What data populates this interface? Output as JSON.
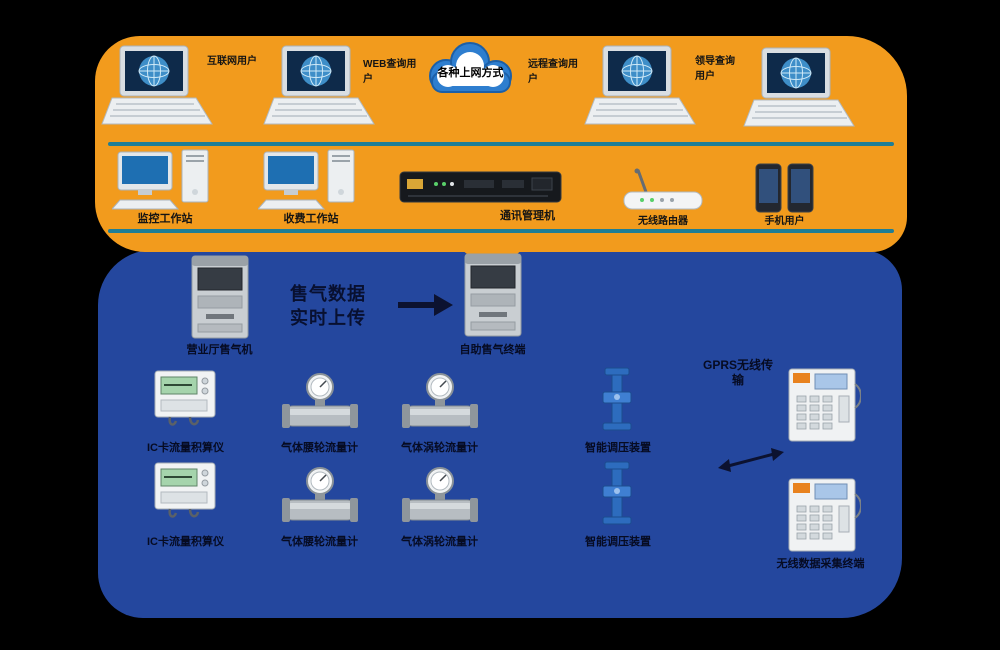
{
  "cloud": {
    "label": "各种上网方式"
  },
  "top_row": {
    "laptop_labels": [
      "互联网用户",
      "WEB查询用户",
      "远程查询用户",
      "领导查询用户"
    ]
  },
  "middle_row": {
    "workstation1": "监控工作站",
    "workstation2": "收费工作站",
    "server": "通讯管理机",
    "router": "无线路由器",
    "phones": "手机用户"
  },
  "center": {
    "kiosk1": "营业厅售气机",
    "transfer_line1": "售气数据",
    "transfer_line2": "实时上传",
    "kiosk2": "自助售气终端"
  },
  "device_rows": {
    "row_a": [
      "IC卡流量积算仪",
      "气体腰轮流量计",
      "气体涡轮流量计",
      "智能调压装置"
    ],
    "row_b": [
      "IC卡流量积算仪",
      "气体腰轮流量计",
      "气体涡轮流量计",
      "智能调压装置"
    ]
  },
  "right_column": {
    "top_label": "GPRS无线传输",
    "bottom_label": "无线数据采集终端"
  },
  "colors": {
    "orange": "#F29B1D",
    "blue": "#24479E",
    "teal": "#1F7E96",
    "cloud_blue": "#2E7ECF"
  }
}
